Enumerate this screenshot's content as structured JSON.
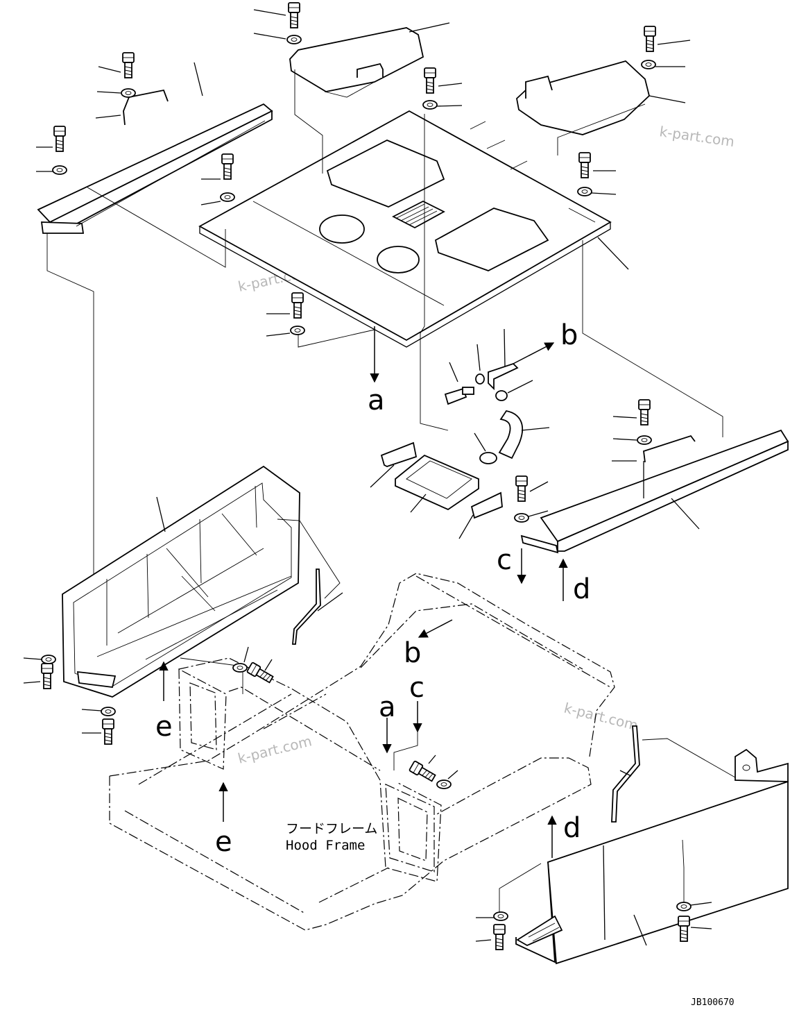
{
  "watermarks": [
    "k-part.com",
    "k-part.com",
    "k-part.com",
    "k-part.com"
  ],
  "reference_letters": {
    "a_top": "a",
    "a_bottom": "a",
    "b_top": "b",
    "b_bottom": "b",
    "c_top": "c",
    "c_bottom": "c",
    "d_top": "d",
    "d_bottom": "d",
    "e_left": "e",
    "e_bottom": "e"
  },
  "hood_frame_label": {
    "japanese": "フードフレーム",
    "english": "Hood Frame"
  },
  "drawing_code": "JB100670",
  "icons": [
    "bolt-icon",
    "washer-icon",
    "arrow-icon"
  ]
}
